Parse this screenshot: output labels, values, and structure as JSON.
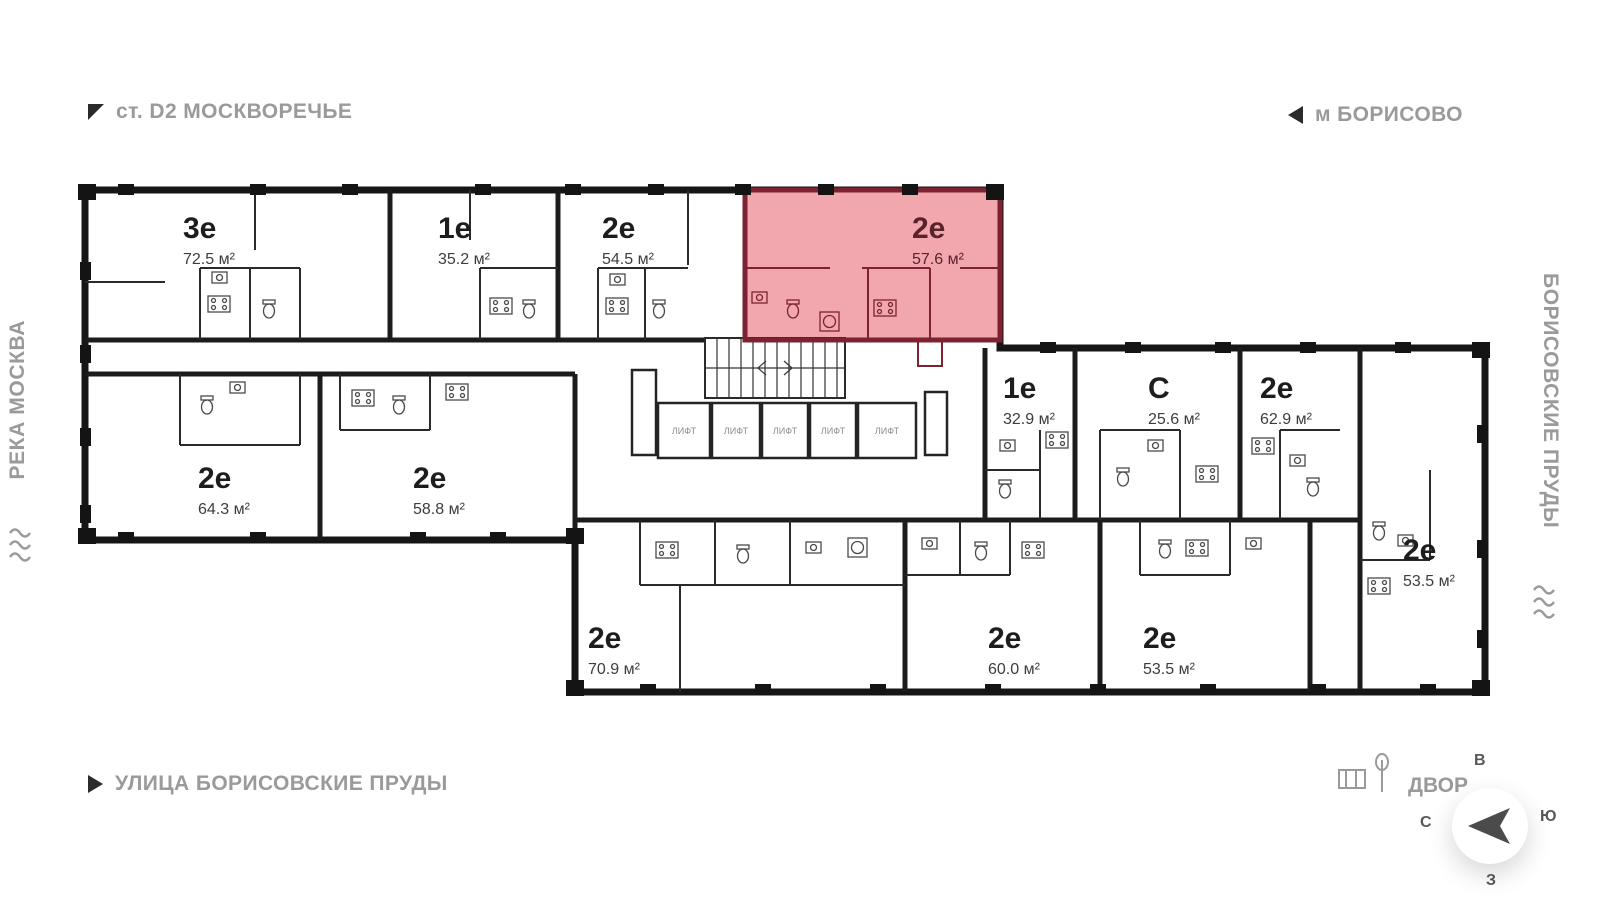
{
  "landmarks": {
    "station": "ст. D2 МОСКВОРЕЧЬЕ",
    "metro": "м БОРИСОВО",
    "river": "РЕКА МОСКВА",
    "ponds": "БОРИСОВСКИЕ ПРУДЫ",
    "street": "УЛИЦА БОРИСОВСКИЕ ПРУДЫ",
    "courtyard": "ДВОР"
  },
  "compass": {
    "north": "С",
    "south": "Ю",
    "east": "В",
    "west": "З"
  },
  "core": {
    "elevator_label": "ЛИФТ"
  },
  "apartments": [
    {
      "id": "apt-3e-72-5",
      "type": "3е",
      "area": "72.5 м²",
      "selected": false
    },
    {
      "id": "apt-1e-35-2",
      "type": "1е",
      "area": "35.2 м²",
      "selected": false
    },
    {
      "id": "apt-2e-54-5",
      "type": "2е",
      "area": "54.5 м²",
      "selected": false
    },
    {
      "id": "apt-2e-57-6",
      "type": "2е",
      "area": "57.6 м²",
      "selected": true
    },
    {
      "id": "apt-2e-64-3",
      "type": "2е",
      "area": "64.3 м²",
      "selected": false
    },
    {
      "id": "apt-2e-58-8",
      "type": "2е",
      "area": "58.8 м²",
      "selected": false
    },
    {
      "id": "apt-1e-32-9",
      "type": "1е",
      "area": "32.9 м²",
      "selected": false
    },
    {
      "id": "apt-s-25-6",
      "type": "С",
      "area": "25.6 м²",
      "selected": false
    },
    {
      "id": "apt-2e-62-9",
      "type": "2е",
      "area": "62.9 м²",
      "selected": false
    },
    {
      "id": "apt-2e-53-5-right",
      "type": "2е",
      "area": "53.5 м²",
      "selected": false
    },
    {
      "id": "apt-2e-70-9",
      "type": "2е",
      "area": "70.9 м²",
      "selected": false
    },
    {
      "id": "apt-2e-60-0",
      "type": "2е",
      "area": "60.0 м²",
      "selected": false
    },
    {
      "id": "apt-2e-53-5-bottom",
      "type": "2е",
      "area": "53.5 м²",
      "selected": false
    }
  ],
  "colors": {
    "selected_fill": "#f2a6ae",
    "selected_wall": "#7c2230",
    "selected_text": "#5a232c",
    "wall": "#1a1a1a",
    "label_gray": "#9a9a9a"
  }
}
